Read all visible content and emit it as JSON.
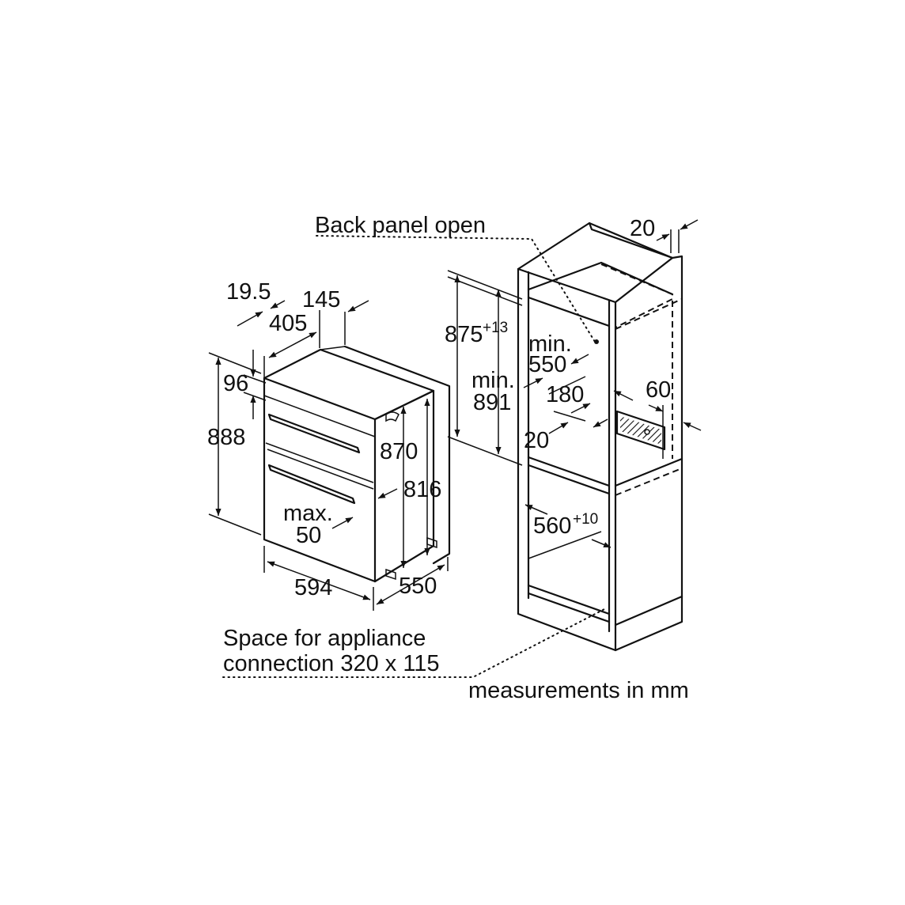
{
  "labels": {
    "back_panel": "Back panel open",
    "space_line1": "Space for appliance",
    "space_line2": "connection 320 x 115",
    "measurements": "measurements in mm"
  },
  "dimensions": {
    "d19_5": "19.5",
    "d145": "145",
    "d405": "405",
    "d96": "96",
    "d888": "888",
    "d870": "870",
    "d816": "816",
    "max_line1": "max.",
    "max_line2": "50",
    "d594": "594",
    "d550": "550",
    "d875": "875",
    "d875_tol": "+13",
    "min891_line1": "min.",
    "min891_line2": "891",
    "min550_line1": "min.",
    "min550_line2": "550",
    "d180": "180",
    "d20_inner": "20",
    "d60": "60",
    "d20_top": "20",
    "d560": "560",
    "d560_tol": "+10"
  }
}
